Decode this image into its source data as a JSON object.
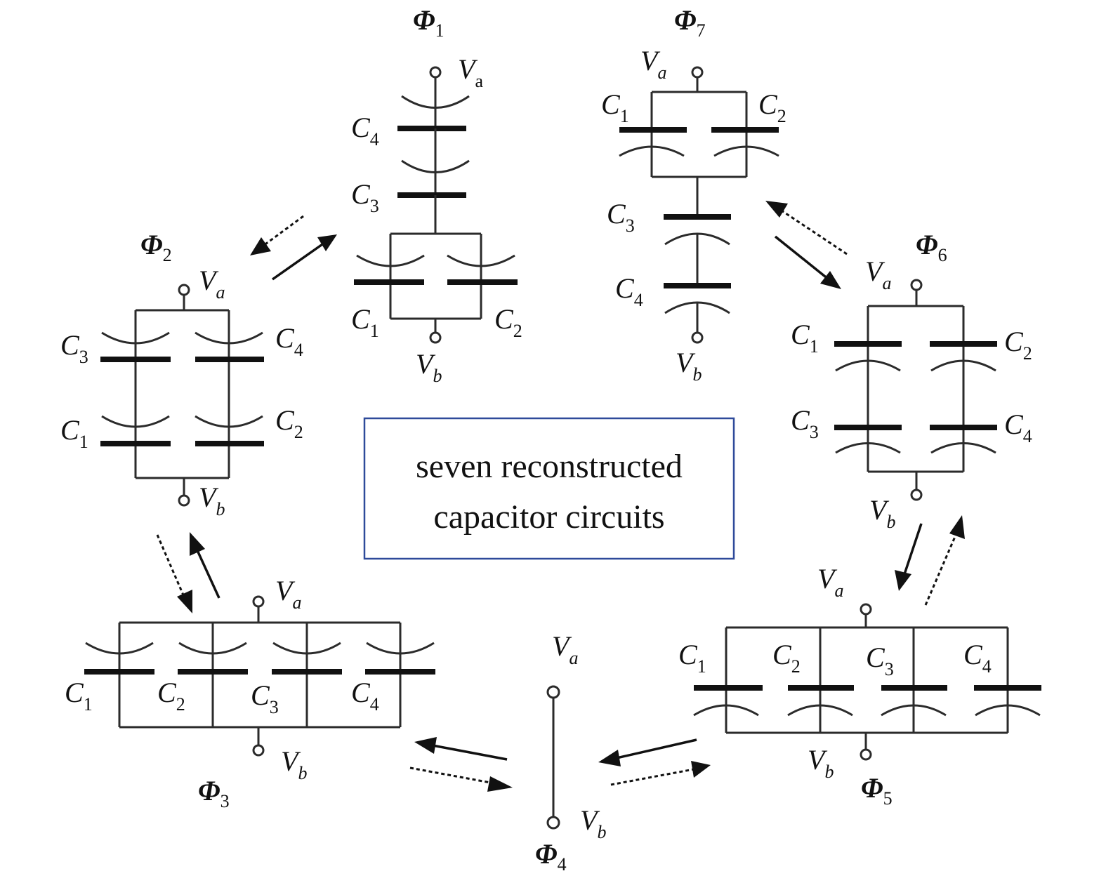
{
  "center_caption": {
    "line1": "seven reconstructed",
    "line2": "capacitor circuits"
  },
  "states": [
    {
      "phase": "Φ",
      "sub": "1",
      "va": "V",
      "va_sub": "a",
      "vb": "V",
      "vb_sub": "b",
      "caps": [
        {
          "l": "C",
          "s": "4"
        },
        {
          "l": "C",
          "s": "3"
        },
        {
          "l": "C",
          "s": "1"
        },
        {
          "l": "C",
          "s": "2"
        }
      ]
    },
    {
      "phase": "Φ",
      "sub": "2",
      "va": "V",
      "va_sub": "a",
      "vb": "V",
      "vb_sub": "b",
      "caps": [
        {
          "l": "C",
          "s": "3"
        },
        {
          "l": "C",
          "s": "4"
        },
        {
          "l": "C",
          "s": "1"
        },
        {
          "l": "C",
          "s": "2"
        }
      ]
    },
    {
      "phase": "Φ",
      "sub": "3",
      "va": "V",
      "va_sub": "a",
      "vb": "V",
      "vb_sub": "b",
      "caps": [
        {
          "l": "C",
          "s": "1"
        },
        {
          "l": "C",
          "s": "2"
        },
        {
          "l": "C",
          "s": "3"
        },
        {
          "l": "C",
          "s": "4"
        }
      ]
    },
    {
      "phase": "Φ",
      "sub": "4",
      "va": "V",
      "va_sub": "a",
      "vb": "V",
      "vb_sub": "b",
      "caps": []
    },
    {
      "phase": "Φ",
      "sub": "5",
      "va": "V",
      "va_sub": "a",
      "vb": "V",
      "vb_sub": "b",
      "caps": [
        {
          "l": "C",
          "s": "1"
        },
        {
          "l": "C",
          "s": "2"
        },
        {
          "l": "C",
          "s": "3"
        },
        {
          "l": "C",
          "s": "4"
        }
      ]
    },
    {
      "phase": "Φ",
      "sub": "6",
      "va": "V",
      "va_sub": "a",
      "vb": "V",
      "vb_sub": "b",
      "caps": [
        {
          "l": "C",
          "s": "1"
        },
        {
          "l": "C",
          "s": "2"
        },
        {
          "l": "C",
          "s": "3"
        },
        {
          "l": "C",
          "s": "4"
        }
      ]
    },
    {
      "phase": "Φ",
      "sub": "7",
      "va": "V",
      "va_sub": "a",
      "vb": "V",
      "vb_sub": "b",
      "caps": [
        {
          "l": "C",
          "s": "1"
        },
        {
          "l": "C",
          "s": "2"
        },
        {
          "l": "C",
          "s": "3"
        },
        {
          "l": "C",
          "s": "4"
        }
      ]
    }
  ],
  "colors": {
    "box_border": "#2e4a9a",
    "line": "#2b2b2b"
  }
}
